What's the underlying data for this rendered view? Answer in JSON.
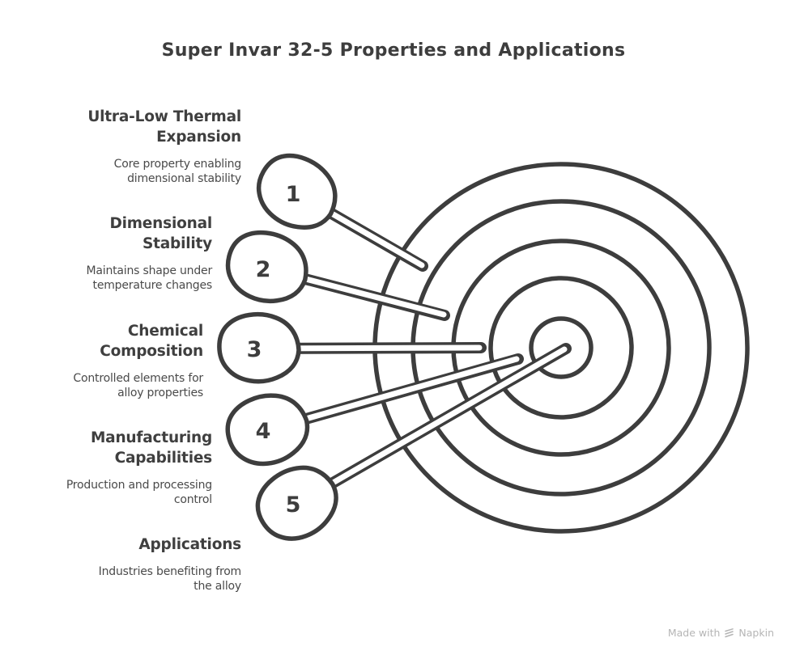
{
  "title": "Super Invar 32-5 Properties and Applications",
  "items": [
    {
      "num": "1",
      "heading": "Ultra-Low Thermal\nExpansion",
      "description": "Core property enabling\ndimensional stability"
    },
    {
      "num": "2",
      "heading": "Dimensional\nStability",
      "description": "Maintains shape under\ntemperature changes"
    },
    {
      "num": "3",
      "heading": "Chemical\nComposition",
      "description": "Controlled elements for\nalloy properties"
    },
    {
      "num": "4",
      "heading": "Manufacturing\nCapabilities",
      "description": "Production and processing\ncontrol"
    },
    {
      "num": "5",
      "heading": "Applications",
      "description": "Industries benefiting from\nthe alloy"
    }
  ],
  "target": {
    "ring_count": 5,
    "hits_order_note": "dart 1 outermost ring, dart 5 bullseye"
  },
  "footer": {
    "made_with": "Made with",
    "brand": "Napkin"
  },
  "colors": {
    "ink": "#3d3d3d",
    "subtext": "#4a4a4a",
    "muted": "#b5b5b5",
    "background": "#ffffff"
  }
}
